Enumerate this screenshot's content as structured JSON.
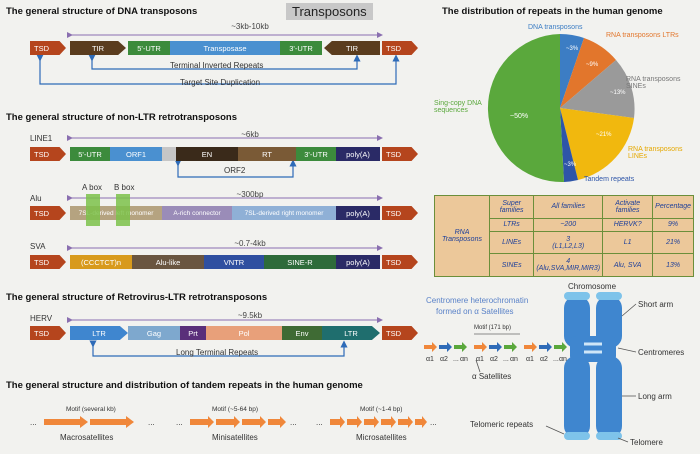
{
  "title": "Transposons",
  "dna": {
    "heading": "The general structure of DNA transposons",
    "size": "~3kb-10kb",
    "tsd": "TSD",
    "tir": "TIR",
    "utr5": "5'-UTR",
    "transposase": "Transposase",
    "utr3": "3'-UTR",
    "tir_label": "Terminal Inverted Repeats",
    "tsd_label": "Target Site Duplication"
  },
  "nonltr": {
    "heading": "The general structure of non-LTR retrotransposons",
    "line1": {
      "name": "LINE1",
      "size": "~6kb",
      "utr5": "5'-UTR",
      "orf1": "ORF1",
      "en": "EN",
      "rt": "RT",
      "utr3": "3'-UTR",
      "polya": "poly(A)",
      "orf2": "ORF2"
    },
    "alu": {
      "name": "Alu",
      "abox": "A box",
      "bbox": "B box",
      "size": "~300bp",
      "left": "7SL-derived left monomer",
      "connector": "A-rich connector",
      "right": "7SL-derived right monomer",
      "polya": "poly(A)"
    },
    "sva": {
      "name": "SVA",
      "size": "~0.7-4kb",
      "ccctct": "(CCCTCT)n",
      "alulike": "Alu-like",
      "vntr": "VNTR",
      "siner": "SINE-R",
      "polya": "poly(A)"
    }
  },
  "ltr": {
    "heading": "The general structure of Retrovirus-LTR retrotransposons",
    "name": "HERV",
    "size": "~9.5kb",
    "ltr": "LTR",
    "gag": "Gag",
    "prt": "Prt",
    "pol": "Pol",
    "env": "Env",
    "label": "Long Terminal Repeats"
  },
  "tandem": {
    "heading": "The general structure and distribution of tandem repeats in the human genome",
    "dots": "...",
    "macro": {
      "motif": "Motif (several kb)",
      "name": "Macrosatellites"
    },
    "mini": {
      "motif": "Motif (~5-64 bp)",
      "name": "Minisatellites"
    },
    "micro": {
      "motif": "Motif (~1-4 bp)",
      "name": "Microsatellites"
    }
  },
  "pie": {
    "heading": "The distribution of repeats in the human genome",
    "labels": {
      "dna": "DNA transposons",
      "ltrs": "RNA transposons LTRs",
      "sines": "RNA transposons SINEs",
      "lines": "RNA transposons LINEs",
      "tandem": "Tandem repeats",
      "single": "Sing-copy DNA sequences"
    },
    "pcts": {
      "dna": "~3%",
      "ltrs": "~9%",
      "sines": "~13%",
      "lines": "~21%",
      "tandem": "~3%",
      "single": "~50%"
    },
    "colors": {
      "dna": "#3c7dc4",
      "ltrs": "#e2762c",
      "sines": "#9a9a9a",
      "lines": "#f1b80e",
      "tandem": "#2e55a8",
      "single": "#5aa83c"
    }
  },
  "table": {
    "row_header": "RNA Transposons",
    "headers": [
      "Super families",
      "All families",
      "Activate families",
      "Percentage"
    ],
    "rows": [
      [
        "LTRs",
        "~200",
        "HERVK?",
        "9%"
      ],
      [
        "LINEs",
        "3",
        "L1",
        "21%"
      ],
      [
        "SINEs",
        "4",
        "Alu, SVA",
        "13%"
      ]
    ],
    "subs": [
      "",
      "(L1,L2,L3)",
      "(Alu,SVA,MIR,MIR3)"
    ]
  },
  "chromosome": {
    "heading1": "Centromere heterochromatin",
    "heading2": "formed on α Satellites",
    "motif": "Motif (171 bp)",
    "alpha_labels": [
      "α1",
      "α2",
      "...",
      "αn",
      "α1",
      "α2",
      "...",
      "αn",
      "α1",
      "α2",
      "...",
      "αn"
    ],
    "alpha_sat": "α Satellites",
    "chromosome": "Chromosome",
    "short_arm": "Short arm",
    "centromeres": "Centromeres",
    "long_arm": "Long arm",
    "telomeric": "Telomeric repeats",
    "telomere": "Telomere"
  }
}
